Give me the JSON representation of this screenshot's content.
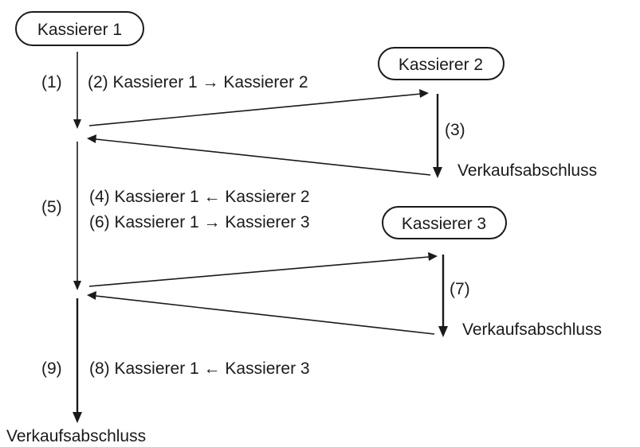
{
  "nodes": {
    "kassierer_1": "Kassierer 1",
    "kassierer_2": "Kassierer 2",
    "kassierer_3": "Kassierer 3"
  },
  "steps": {
    "s1": "(1)",
    "s2": "(2) Kassierer 1 → Kassierer 2",
    "s3": "(3)",
    "s4": "(4) Kassierer 1 ← Kassierer 2",
    "s5": "(5)",
    "s6": "(6) Kassierer 1 → Kassierer 3",
    "s7": "(7)",
    "s8": "(8) Kassierer 1 ← Kassierer 3",
    "s9": "(9)"
  },
  "outcomes": {
    "k2_verkauf": "Verkaufsabschluss",
    "k3_verkauf": "Verkaufsabschluss",
    "final_verkauf": "Verkaufsabschluss"
  }
}
